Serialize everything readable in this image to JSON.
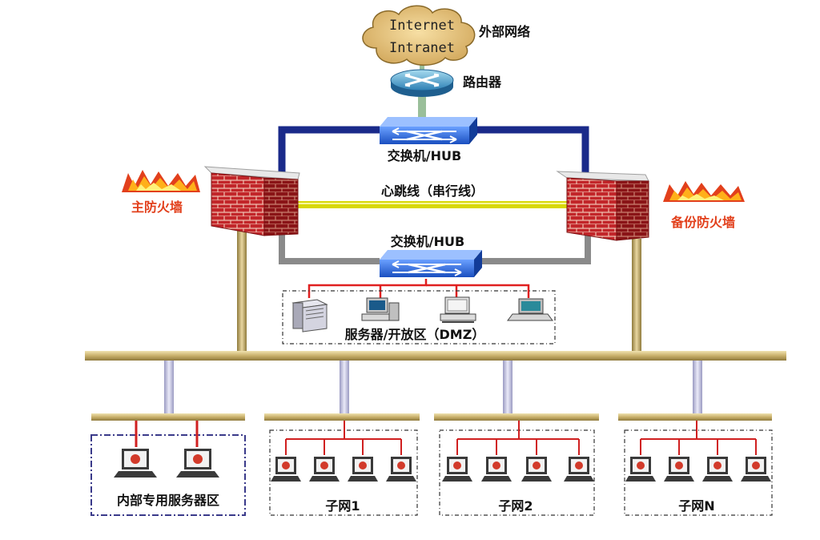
{
  "internet": {
    "line1": "Internet",
    "line2": "Intranet",
    "label": "外部网络"
  },
  "router": {
    "label": "路由器"
  },
  "switch_top": {
    "label": "交换机/HUB"
  },
  "switch_mid": {
    "label": "交换机/HUB"
  },
  "heartbeat": {
    "label": "心跳线（串行线）"
  },
  "firewall_main": {
    "label": "主防火墙"
  },
  "firewall_backup": {
    "label": "备份防火墙"
  },
  "dmz": {
    "label": "服务器/开放区（DMZ）"
  },
  "zones": {
    "internal": {
      "label": "内部专用服务器区"
    },
    "subnet1": {
      "label": "子网1"
    },
    "subnet2": {
      "label": "子网2"
    },
    "subnetN": {
      "label": "子网N"
    }
  },
  "icons": {
    "cloud": "cloud-icon",
    "router": "router-icon",
    "switch": "switch-icon",
    "firewall": "brick-wall-icon",
    "fire": "fire-icon",
    "server": "server-icon",
    "workstation": "workstation-icon",
    "laptop": "laptop-icon"
  },
  "colors": {
    "wan_link": "#1a2a8a",
    "heartbeat_link": "#d8d80a",
    "lan_link": "#8a8a8a",
    "backbone": "#c9b06a",
    "dmz_link": "#e02020",
    "firewall_brick": "#c2262a",
    "fire_accent": "#e2401c"
  }
}
